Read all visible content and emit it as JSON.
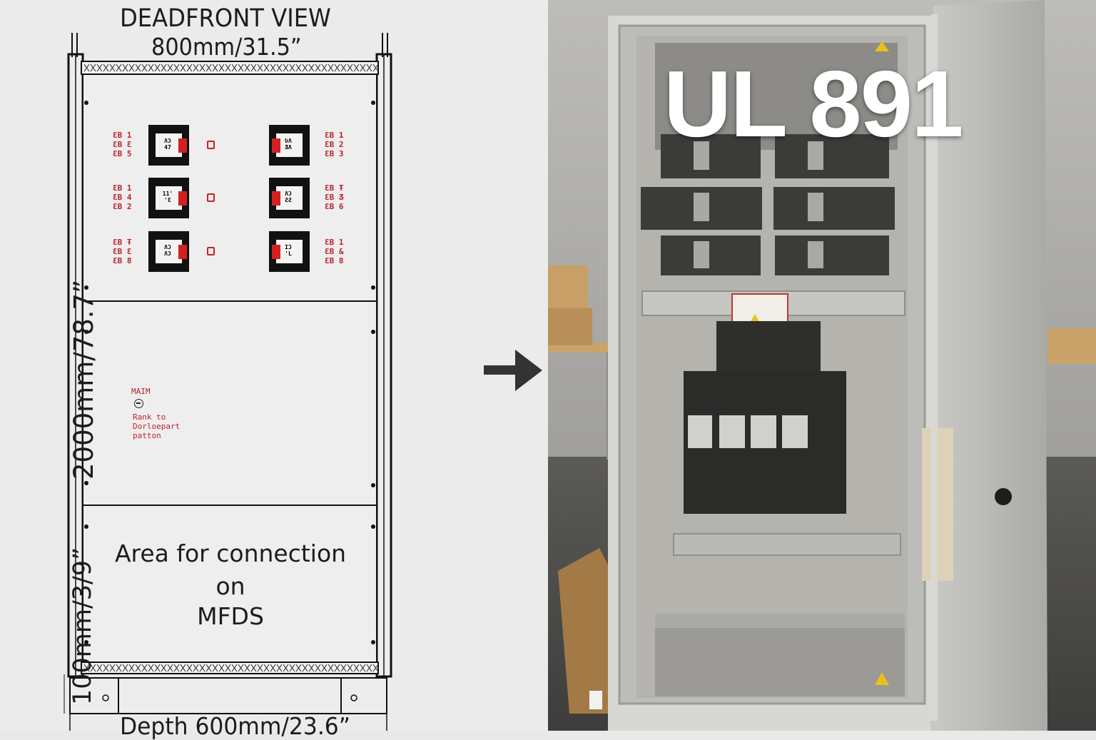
{
  "drawing": {
    "title": "DEADFRONT VIEW",
    "width_dim": "800mm/31.5”",
    "height_dim": "2000mm/78.7”",
    "base_dim": "100mm/3/9”",
    "depth_dim": "Depth 600mm/23.6”",
    "breaker_left_labels": [
      "ƐB 1\nƐB Ɛ\nƐB 5",
      "ƐB 1\nƐB 4\nƐB 2",
      "ƐB Ŧ\nƐB Ɛ\nƐB 8"
    ],
    "breaker_right_labels": [
      "ƐB 1\nƐB 2\nƐB 3",
      "ƐB Ŧ\nƐB Ʒ\nƐB 6",
      "ƐB 1\nƐB &\nƐB 8"
    ],
    "breaker_codes_left": [
      "ɅƆ\n47",
      "11'\n'Ɛ",
      "ɅƆ\nɅƆ"
    ],
    "breaker_codes_right": [
      "ƲɅ\nƷɅ",
      "ɅƆ\nƧƧ",
      "IƆ\n'L"
    ],
    "main_title": "MAIM",
    "main_desc": "Rank to\nDorloepart\npatton",
    "area_text_line1": "Area for connection",
    "area_text_line2": "on",
    "area_text_line3": "MFDS"
  },
  "photo": {
    "title": "UL 891"
  },
  "colors": {
    "label_red": "#c0202a",
    "line": "#1c1c1c",
    "background": "#ebebeb"
  }
}
